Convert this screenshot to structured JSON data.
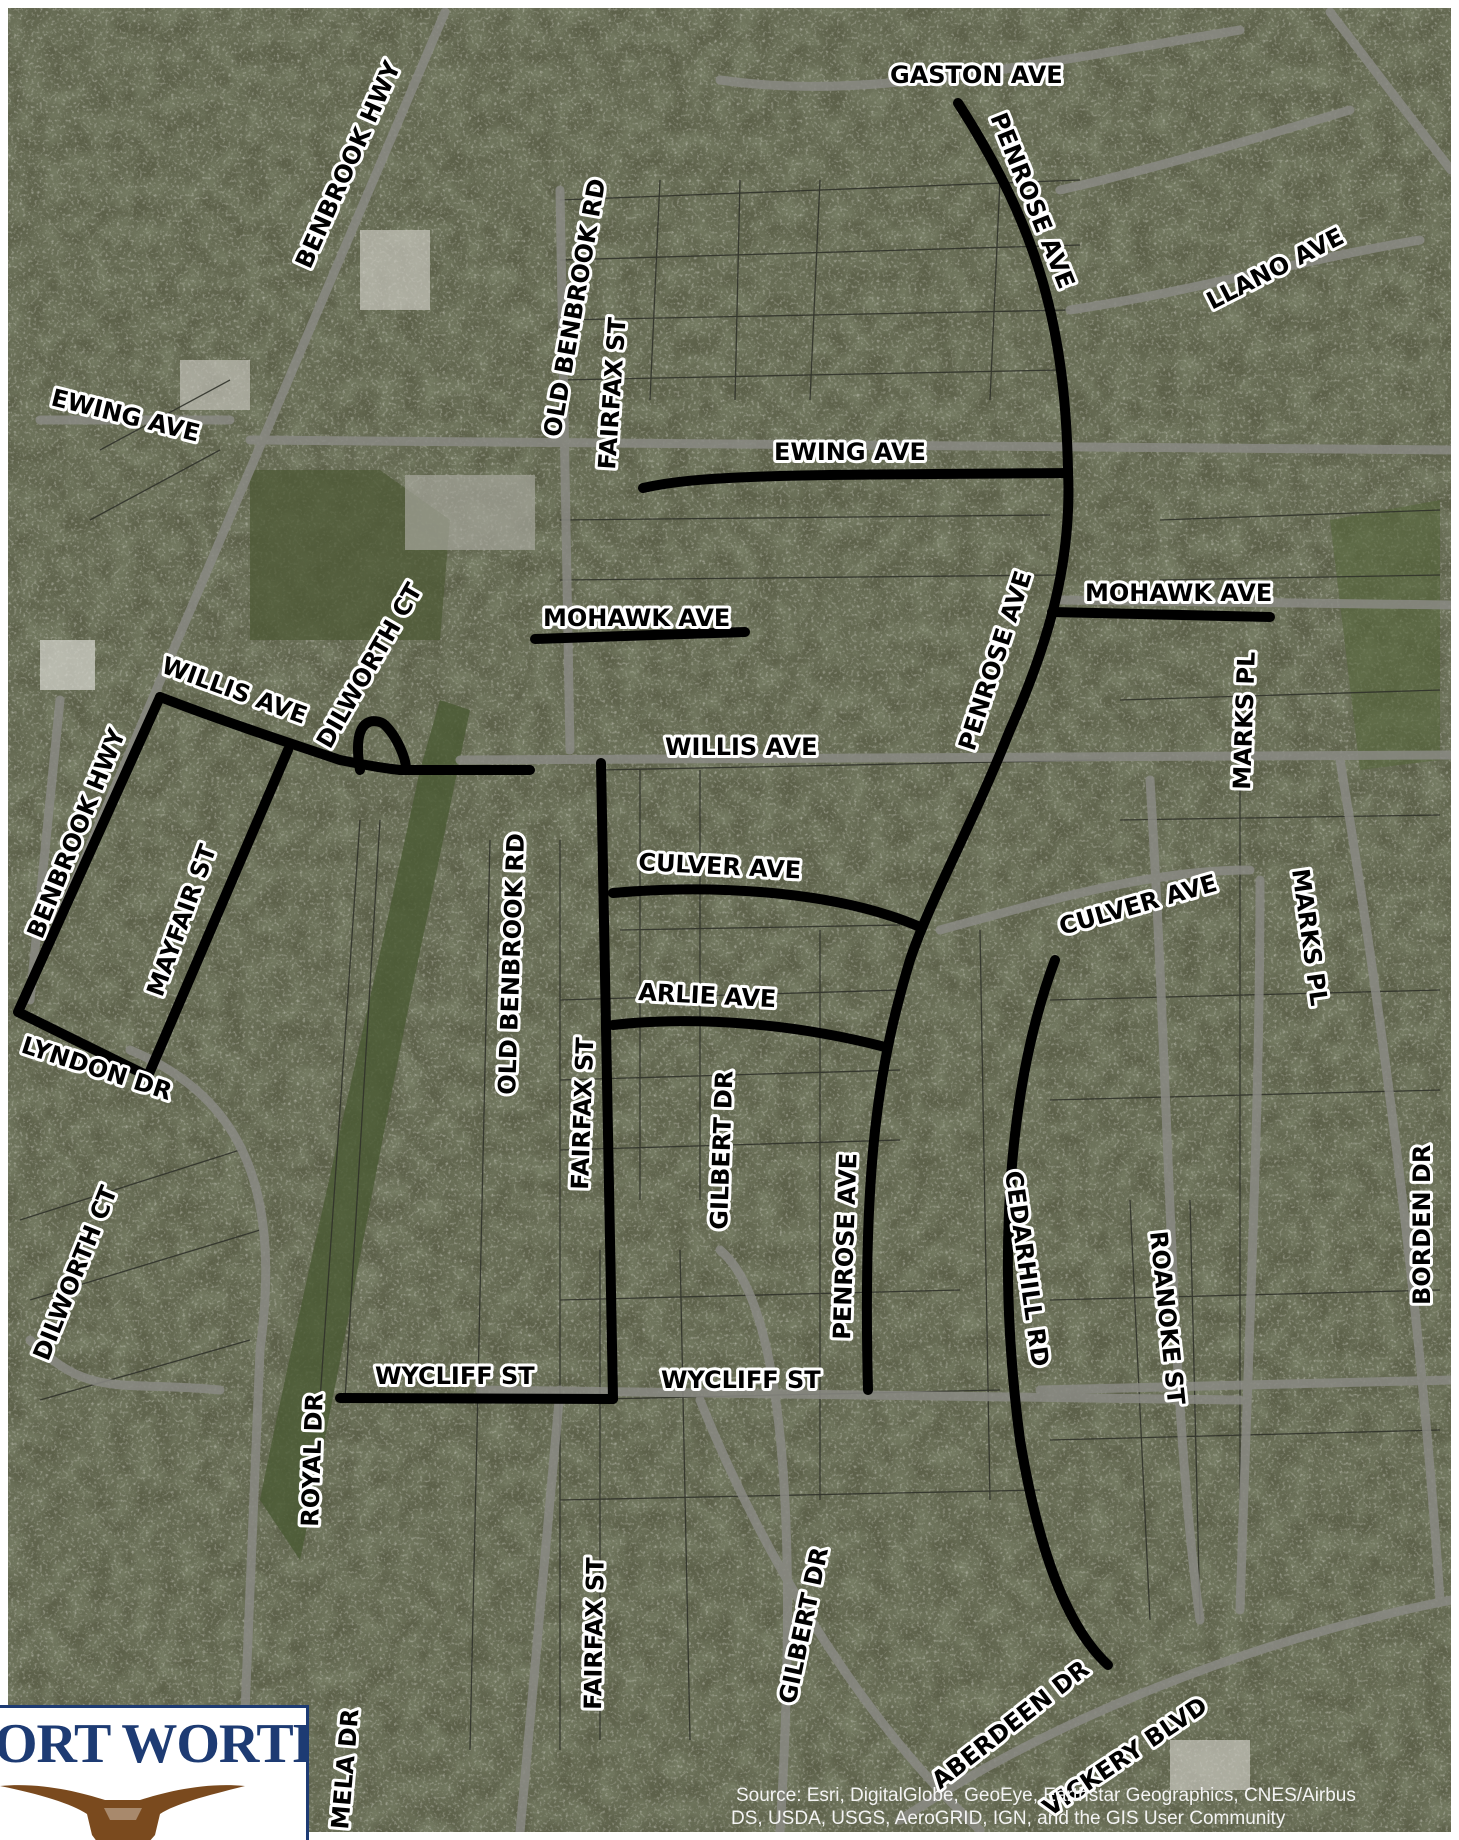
{
  "map": {
    "streets": [
      {
        "id": "gaston-ave",
        "label": "GASTON AVE"
      },
      {
        "id": "penrose-ave-1",
        "label": "PENROSE AVE"
      },
      {
        "id": "llano-ave",
        "label": "LLANO AVE"
      },
      {
        "id": "benbrook-hwy-1",
        "label": "BENBROOK HWY"
      },
      {
        "id": "old-benbrook-rd-1",
        "label": "OLD BENBROOK RD"
      },
      {
        "id": "fairfax-st-1",
        "label": "FAIRFAX ST"
      },
      {
        "id": "ewing-ave-1",
        "label": "EWING AVE"
      },
      {
        "id": "ewing-ave-2",
        "label": "EWING AVE"
      },
      {
        "id": "mohawk-ave-1",
        "label": "MOHAWK AVE"
      },
      {
        "id": "mohawk-ave-2",
        "label": "MOHAWK AVE"
      },
      {
        "id": "penrose-ave-2",
        "label": "PENROSE AVE"
      },
      {
        "id": "willis-ave-1",
        "label": "WILLIS AVE"
      },
      {
        "id": "dilworth-ct-1",
        "label": "DILWORTH CT"
      },
      {
        "id": "willis-ave-2",
        "label": "WILLIS AVE"
      },
      {
        "id": "marks-pl-1",
        "label": "MARKS PL"
      },
      {
        "id": "benbrook-hwy-2",
        "label": "BENBROOK HWY"
      },
      {
        "id": "mayfair-st",
        "label": "MAYFAIR ST"
      },
      {
        "id": "old-benbrook-rd-2",
        "label": "OLD BENBROOK RD"
      },
      {
        "id": "culver-ave-1",
        "label": "CULVER AVE"
      },
      {
        "id": "culver-ave-2",
        "label": "CULVER AVE"
      },
      {
        "id": "marks-pl-2",
        "label": "MARKS PL"
      },
      {
        "id": "arlie-ave",
        "label": "ARLIE AVE"
      },
      {
        "id": "lyndon-dr",
        "label": "LYNDON DR"
      },
      {
        "id": "fairfax-st-2",
        "label": "FAIRFAX ST"
      },
      {
        "id": "gilbert-dr-1",
        "label": "GILBERT DR"
      },
      {
        "id": "penrose-ave-3",
        "label": "PENROSE AVE"
      },
      {
        "id": "cedarhill-rd",
        "label": "CEDARHILL RD"
      },
      {
        "id": "roanoke-st",
        "label": "ROANOKE ST"
      },
      {
        "id": "borden-dr",
        "label": "BORDEN DR"
      },
      {
        "id": "dilworth-ct-2",
        "label": "DILWORTH CT"
      },
      {
        "id": "wycliff-st-1",
        "label": "WYCLIFF ST"
      },
      {
        "id": "wycliff-st-2",
        "label": "WYCLIFF ST"
      },
      {
        "id": "royal-dr",
        "label": "ROYAL DR"
      },
      {
        "id": "fairfax-st-3",
        "label": "FAIRFAX ST"
      },
      {
        "id": "gilbert-dr-2",
        "label": "GILBERT DR"
      },
      {
        "id": "aberdeen-dr",
        "label": "ABERDEEN DR"
      },
      {
        "id": "vickery-blvd",
        "label": "VICKERY BLVD"
      },
      {
        "id": "pamela-dr",
        "label": "MELA DR"
      }
    ],
    "source_line_1": "Source: Esri, DigitalGlobe, GeoEye, Earthstar Geographics, CNES/Airbus",
    "source_line_2": "DS, USDA, USGS, AeroGRID, IGN, and the GIS User Community"
  },
  "logo": {
    "text": "ORT WORTH",
    "icon": "longhorn-icon"
  },
  "colors": {
    "imagery_base": "#5d614a",
    "road": "#8a8a84",
    "highlight_route": "#000000",
    "logo_blue": "#1d3b73",
    "logo_brown": "#7a4a1e"
  }
}
